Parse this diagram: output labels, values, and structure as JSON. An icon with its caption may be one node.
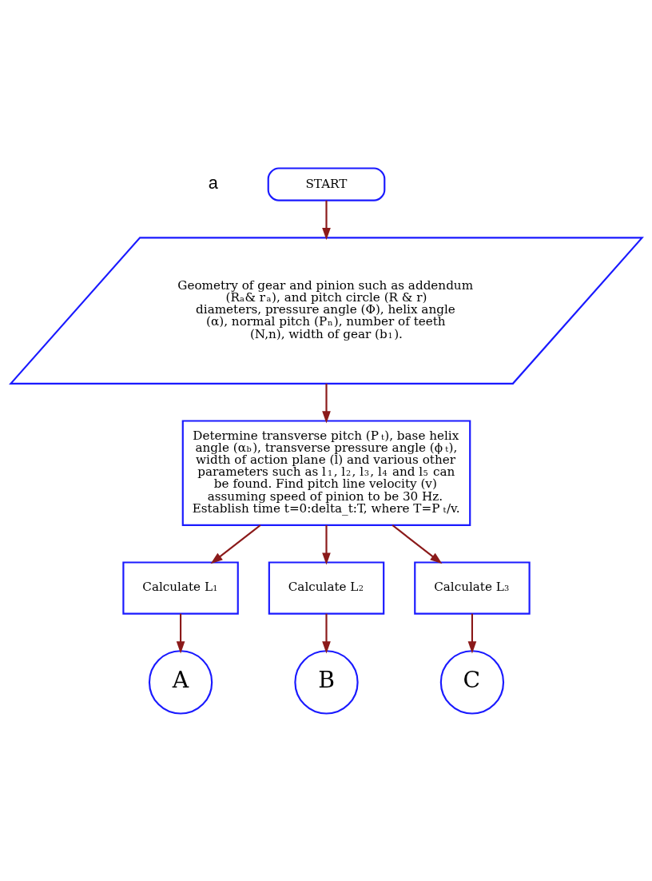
{
  "diagram": {
    "nodes": [
      {
        "text": [
          "START"
        ]
      },
      {
        "text": [
          "Geometry of gear and pinion such as addendum (R$_{a}$& r$_{a}$), and pitch circle (R & r) diameters, pressure angle (Φ), helix angle (α), normal pitch (P$_{n}$), number of teeth (N,n), width of gear (b$_{1}$)."
        ]
      },
      {
        "text": [
          "Determine transverse pitch (P$_{t}$), base helix angle (α$_{b}$), transverse pressure angle (ϕ$_{t}$), width of action plane (l) and various other parameters such as l$_{1}$, l$_{2}$, l$_{3}$, l$_{4}$ and l$_{5}$ can be found. Find pitch line velocity (v) assuming speed of pinion to be 30 Hz. Establish time t=0:delta_t:T, where T=P$_{t}$/v."
        ]
      },
      {
        "text": [
          "Calculate L$_{1}$"
        ]
      },
      {
        "text": [
          "Calculate L$_{2}$"
        ]
      },
      {
        "text": [
          "Calculate L$_{3}$"
        ]
      },
      {
        "text": [
          "A"
        ]
      },
      {
        "text": [
          "B"
        ]
      },
      {
        "text": [
          "C"
        ]
      }
    ],
    "edges": [
      {
        "from": 0,
        "to": 1,
        "arrow": "to"
      },
      {
        "from": 1,
        "to": 2,
        "arrow": "to"
      },
      {
        "from": 2,
        "to": 3,
        "arrow": "to"
      },
      {
        "from": 2,
        "to": 4,
        "arrow": "to"
      },
      {
        "from": 2,
        "to": 5,
        "arrow": "to"
      },
      {
        "from": 3,
        "to": 6,
        "arrow": "to"
      },
      {
        "from": 4,
        "to": 7,
        "arrow": "to"
      },
      {
        "from": 5,
        "to": 8,
        "arrow": "to"
      }
    ],
    "labels": [
      "a"
    ]
  }
}
